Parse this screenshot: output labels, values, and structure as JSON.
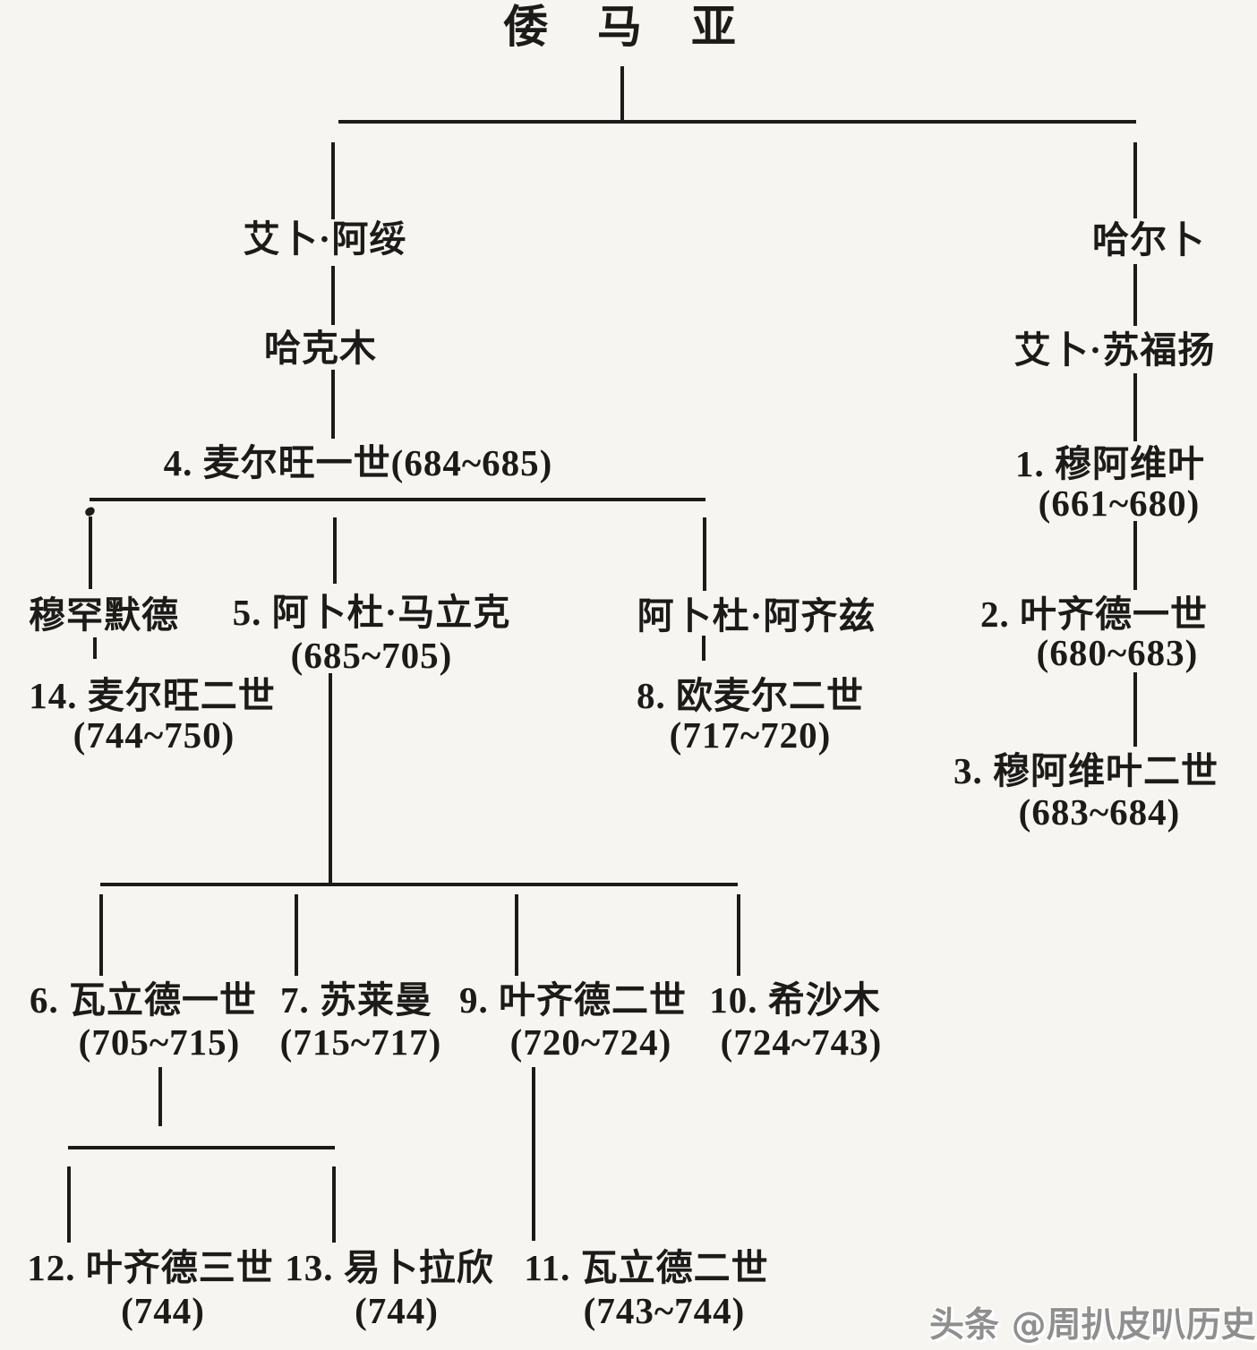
{
  "page": {
    "background": "#f6f5f1",
    "ink": "#1c1b19",
    "watermark_color": "#8f8f90"
  },
  "diagram": {
    "type": "family-tree",
    "title": "倭马亚",
    "watermark": "头条 @周扒皮叭历史",
    "nodes": {
      "abu_alas": {
        "name": "艾卜·阿绥",
        "parent": "倭马亚"
      },
      "harb": {
        "name": "哈尔卜",
        "parent": "倭马亚"
      },
      "hakam": {
        "name": "哈克木",
        "parent": "艾卜·阿绥"
      },
      "abu_sufyan": {
        "name": "艾卜·苏福扬",
        "parent": "哈尔卜"
      },
      "marwan1": {
        "label": "4. 麦尔旺一世(684~685)",
        "parent": "哈克木"
      },
      "muawiya1": {
        "name": "1. 穆阿维叶",
        "years": "(661~680)",
        "parent": "艾卜·苏福扬"
      },
      "muhammad": {
        "name": "穆罕默德",
        "parent": "4. 麦尔旺一世"
      },
      "abdul_malik": {
        "name": "5. 阿卜杜·马立克",
        "years": "(685~705)",
        "parent": "4. 麦尔旺一世"
      },
      "abdul_aziz": {
        "name": "阿卜杜·阿齐兹",
        "parent": "4. 麦尔旺一世"
      },
      "yazid1": {
        "name": "2. 叶齐德一世",
        "years": "(680~683)",
        "parent": "1. 穆阿维叶"
      },
      "marwan2": {
        "name": "14. 麦尔旺二世",
        "years": "(744~750)",
        "parent": "穆罕默德"
      },
      "umar2": {
        "name": "8. 欧麦尔二世",
        "years": "(717~720)",
        "parent": "阿卜杜·阿齐兹"
      },
      "muawiya2": {
        "name": "3. 穆阿维叶二世",
        "years": "(683~684)",
        "parent": "2. 叶齐德一世"
      },
      "walid1": {
        "name": "6. 瓦立德一世",
        "years": "(705~715)",
        "parent": "5. 阿卜杜·马立克"
      },
      "sulayman": {
        "name": "7. 苏莱曼",
        "years": "(715~717)",
        "parent": "5. 阿卜杜·马立克"
      },
      "yazid2": {
        "name": "9. 叶齐德二世",
        "years": "(720~724)",
        "parent": "5. 阿卜杜·马立克"
      },
      "hisham": {
        "name": "10. 希沙木",
        "years": "(724~743)",
        "parent": "5. 阿卜杜·马立克"
      },
      "yazid3": {
        "name": "12. 叶齐德三世",
        "years": "(744)",
        "parent": "6. 瓦立德一世"
      },
      "ibrahim": {
        "name": "13. 易卜拉欣",
        "years": "(744)",
        "parent": "6. 瓦立德一世"
      },
      "walid2": {
        "name": "11. 瓦立德二世",
        "years": "(743~744)",
        "parent": "9. 叶齐德二世"
      }
    }
  }
}
